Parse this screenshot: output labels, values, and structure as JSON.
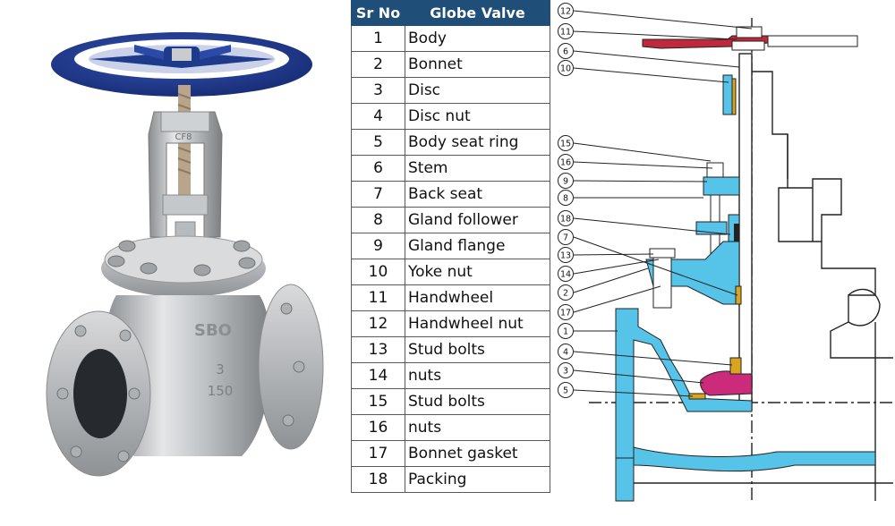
{
  "table": {
    "headers": [
      "Sr No",
      "Globe Valve"
    ],
    "rows": [
      {
        "no": "1",
        "name": "Body"
      },
      {
        "no": "2",
        "name": "Bonnet"
      },
      {
        "no": "3",
        "name": "Disc"
      },
      {
        "no": "4",
        "name": "Disc nut"
      },
      {
        "no": "5",
        "name": "Body seat ring"
      },
      {
        "no": "6",
        "name": "Stem"
      },
      {
        "no": "7",
        "name": "Back seat"
      },
      {
        "no": "8",
        "name": "Gland follower"
      },
      {
        "no": "9",
        "name": "Gland flange"
      },
      {
        "no": "10",
        "name": "Yoke nut"
      },
      {
        "no": "11",
        "name": "Handwheel"
      },
      {
        "no": "12",
        "name": "Handwheel nut"
      },
      {
        "no": "13",
        "name": "Stud bolts"
      },
      {
        "no": "14",
        "name": "nuts"
      },
      {
        "no": "15",
        "name": "Stud bolts"
      },
      {
        "no": "16",
        "name": "nuts"
      },
      {
        "no": "17",
        "name": "Bonnet gasket"
      },
      {
        "no": "18",
        "name": "Packing"
      }
    ]
  },
  "photo": {
    "stamp_top": "CF8",
    "stamp_logo": "SBO",
    "stamp_size": "3",
    "stamp_class": "150"
  },
  "diagram": {
    "callouts": [
      {
        "label": "12"
      },
      {
        "label": "11"
      },
      {
        "label": "6"
      },
      {
        "label": "10"
      },
      {
        "label": "15"
      },
      {
        "label": "16"
      },
      {
        "label": "9"
      },
      {
        "label": "8"
      },
      {
        "label": "18"
      },
      {
        "label": "7"
      },
      {
        "label": "13"
      },
      {
        "label": "14"
      },
      {
        "label": "2"
      },
      {
        "label": "17"
      },
      {
        "label": "1"
      },
      {
        "label": "4"
      },
      {
        "label": "3"
      },
      {
        "label": "5"
      }
    ]
  },
  "colors": {
    "handwheel": "#1e3a8a",
    "header": "#1f4e79",
    "body_section": "#56c3e8",
    "disc": "#cc2a7a",
    "handwheel_section": "#c0283c",
    "bushing": "#d9a520"
  }
}
